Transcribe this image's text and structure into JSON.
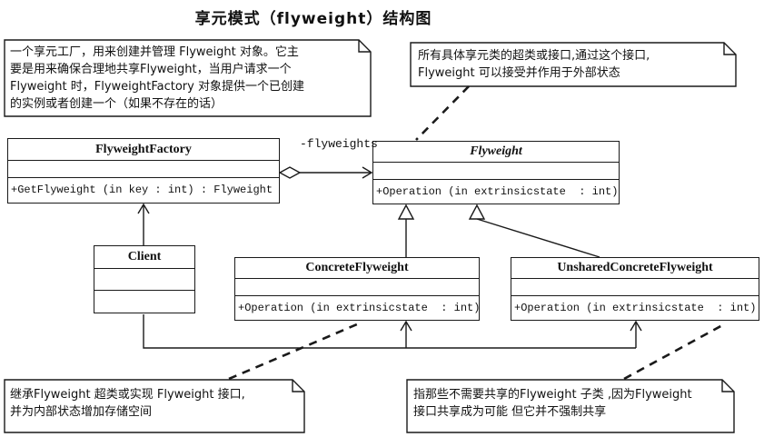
{
  "title": "享元模式（flyweight）结构图",
  "colors": {
    "line": "#1a1a1a",
    "background": "#ffffff",
    "note_fill": "#ffffff"
  },
  "labels": {
    "aggregation": "-flyweights"
  },
  "classes": {
    "factory": {
      "name": "FlyweightFactory",
      "method": "+GetFlyweight (in key : int) : Flyweight"
    },
    "flyweight": {
      "name": "Flyweight",
      "method": "+Operation (in extrinsicstate  : int)"
    },
    "client": {
      "name": "Client"
    },
    "concrete": {
      "name": "ConcreteFlyweight",
      "method": "+Operation (in extrinsicstate  : int)"
    },
    "unshared": {
      "name": "UnsharedConcreteFlyweight",
      "method": "+Operation (in extrinsicstate  : int)"
    }
  },
  "notes": {
    "factory": {
      "lines": [
        "一个享元工厂，用来创建并管理 Flyweight 对象。它主",
        "要是用来确保合理地共享Flyweight，当用户请求一个",
        "Flyweight 时，FlyweightFactory 对象提供一个已创建",
        "的实例或者创建一个（如果不存在的话）"
      ]
    },
    "flyweight": {
      "lines": [
        "所有具体享元类的超类或接口,通过这个接口,",
        "Flyweight 可以接受并作用于外部状态"
      ]
    },
    "concrete": {
      "lines": [
        "继承Flyweight 超类或实现 Flyweight 接口,",
        "并为内部状态增加存储空间"
      ]
    },
    "unshared": {
      "lines": [
        "指那些不需要共享的Flyweight 子类 ,因为Flyweight",
        "接口共享成为可能  但它并不强制共享"
      ]
    }
  }
}
